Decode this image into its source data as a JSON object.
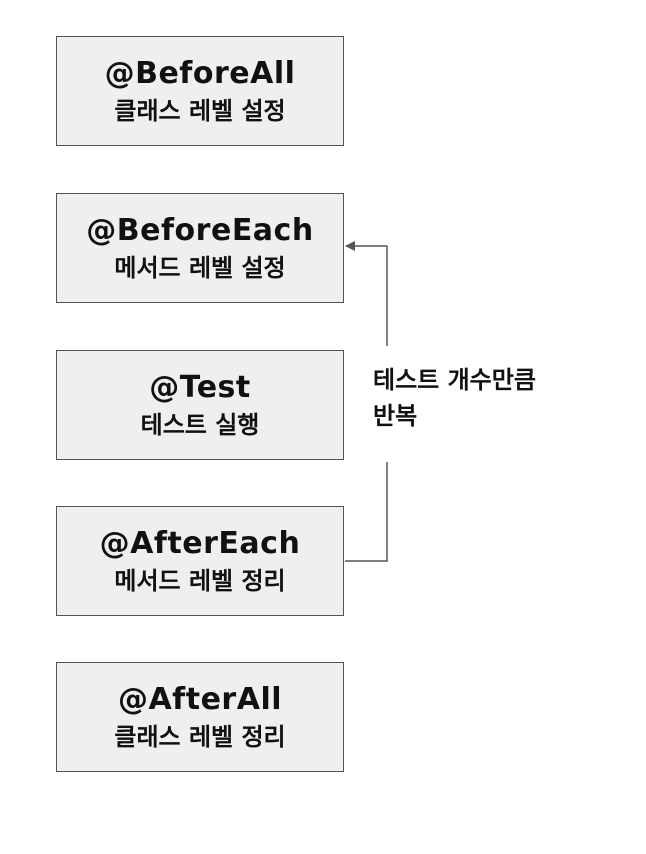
{
  "boxes": [
    {
      "title": "@BeforeAll",
      "subtitle": "클래스 레벨 설정"
    },
    {
      "title": "@BeforeEach",
      "subtitle": "메서드 레벨 설정"
    },
    {
      "title": "@Test",
      "subtitle": "테스트 실행"
    },
    {
      "title": "@AfterEach",
      "subtitle": "메서드 레벨 정리"
    },
    {
      "title": "@AfterAll",
      "subtitle": "클래스 레벨 정리"
    }
  ],
  "repeat_label": {
    "line1": "테스트 개수만큼",
    "line2": "반복"
  },
  "colors": {
    "box_fill": "#efefef",
    "box_border": "#555555",
    "text": "#111111",
    "connector": "#555555"
  }
}
